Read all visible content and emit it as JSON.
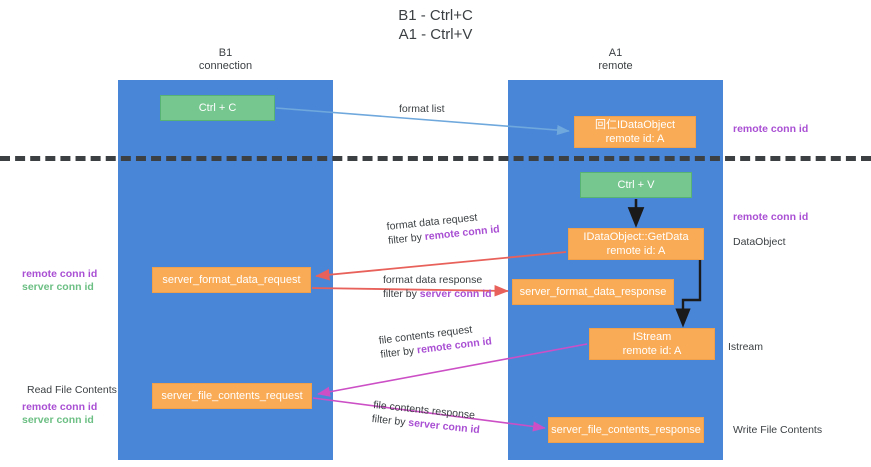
{
  "title": {
    "line1": "B1 - Ctrl+C",
    "line2": "A1 - Ctrl+V"
  },
  "columns": {
    "left": {
      "name": "B1",
      "role": "connection"
    },
    "right": {
      "name": "A1",
      "role": "remote"
    }
  },
  "colors": {
    "lane": "#4a86d8",
    "green_node": "#76c68f",
    "orange_node": "#f9ab56",
    "remote_conn_id": "#a94fd3",
    "server_conn_id": "#6cbf84",
    "arrow_format_list": "#6fa8dc",
    "arrow_format_data": "#e8615a",
    "arrow_file_contents": "#cc4fc6",
    "arrow_black": "#1a1a1a",
    "separator": "#3c4043",
    "text": "#3c4043"
  },
  "nodes": {
    "ctrl_c": {
      "line1": "Ctrl + C"
    },
    "idataobject": {
      "line1": "回仁IDataObject",
      "line2": "remote id: A"
    },
    "ctrl_v": {
      "line1": "Ctrl + V"
    },
    "getdata": {
      "line1": "IDataObject::GetData",
      "line2": "remote id: A"
    },
    "server_format_data_request": {
      "line1": "server_format_data_request"
    },
    "server_format_data_response": {
      "line1": "server_format_data_response"
    },
    "istream": {
      "line1": "IStream",
      "line2": "remote id: A"
    },
    "server_file_contents_request": {
      "line1": "server_file_contents_request"
    },
    "server_file_contents_response": {
      "line1": "server_file_contents_response"
    }
  },
  "edge_labels": {
    "format_list": {
      "row1": "format list"
    },
    "format_data_request": {
      "row1": "format data request",
      "row2_prefix": "filter by ",
      "row2_key": "remote conn id"
    },
    "format_data_response": {
      "row1": "format data response",
      "row2_prefix": "filter by ",
      "row2_key": "server conn id"
    },
    "file_contents_request": {
      "row1": "file contents request",
      "row2_prefix": "filter by ",
      "row2_key": "remote conn id"
    },
    "file_contents_response": {
      "row1": "file contents response",
      "row2_prefix": "filter by ",
      "row2_key": "server conn id"
    }
  },
  "annotations": {
    "right_remote_conn_id_top": "remote conn id",
    "right_remote_conn_id_mid": "remote conn id",
    "right_dataobject": "DataObject",
    "right_istream": "Istream",
    "right_write_file_contents": "Write File Contents",
    "left_read_file_contents": "Read File Contents",
    "left_remote_conn_id_a": "remote conn id",
    "left_server_conn_id_a": "server conn id",
    "left_remote_conn_id_b": "remote conn id",
    "left_server_conn_id_b": "server conn id"
  }
}
